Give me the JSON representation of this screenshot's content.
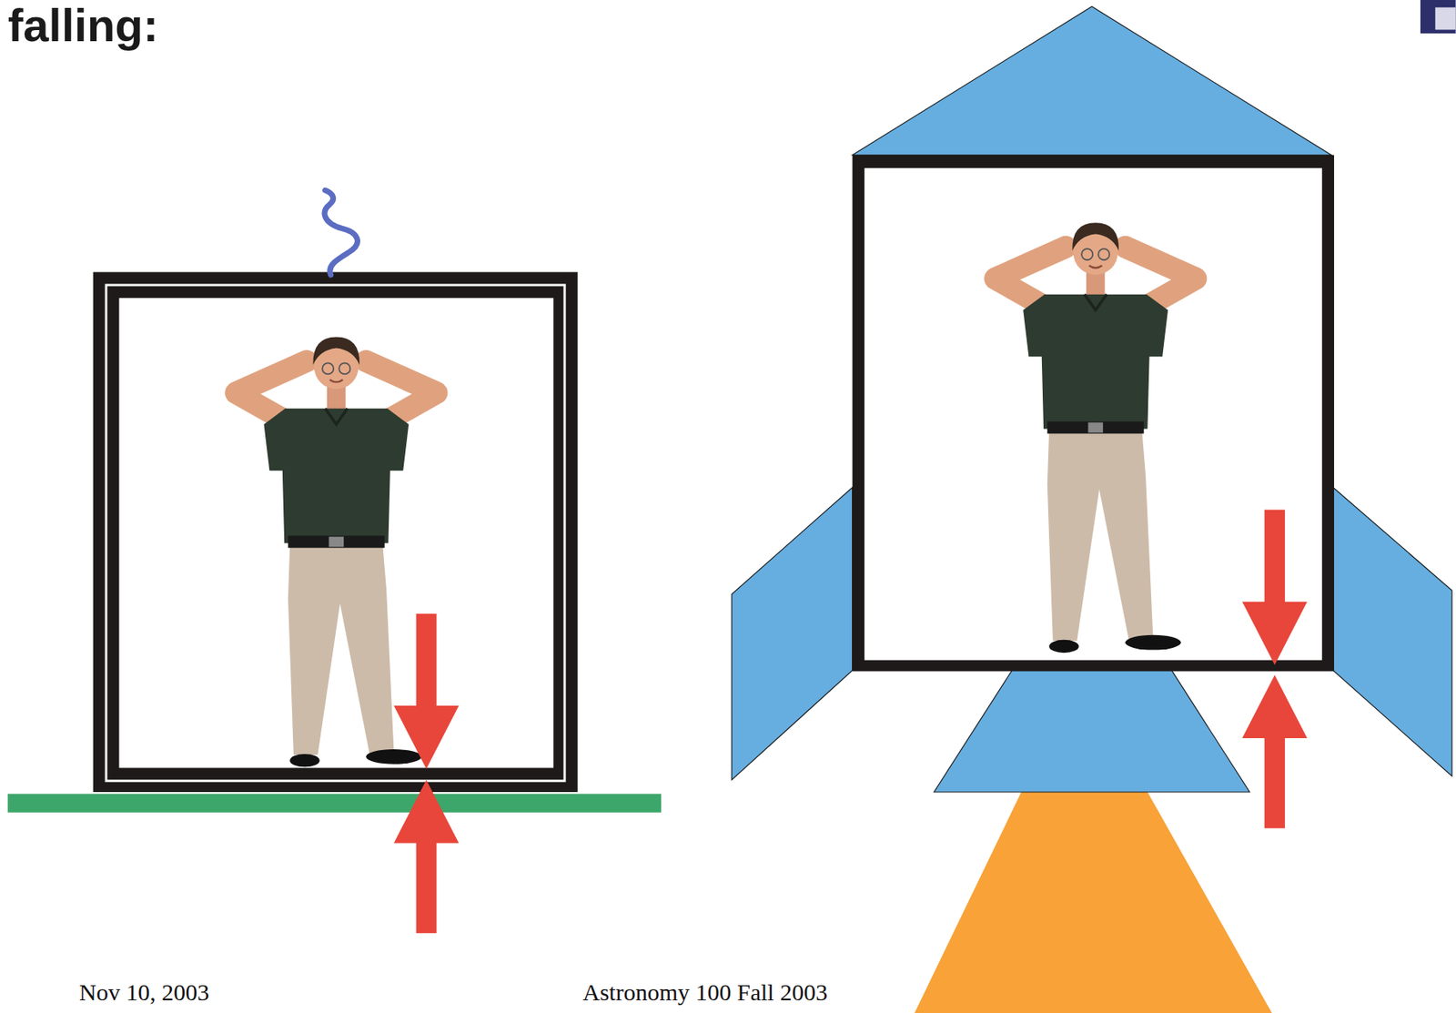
{
  "diagram": {
    "title": "falling:",
    "labels": [
      "Nov 10, 2003",
      "Astronomy 100 Fall 2003"
    ]
  }
}
